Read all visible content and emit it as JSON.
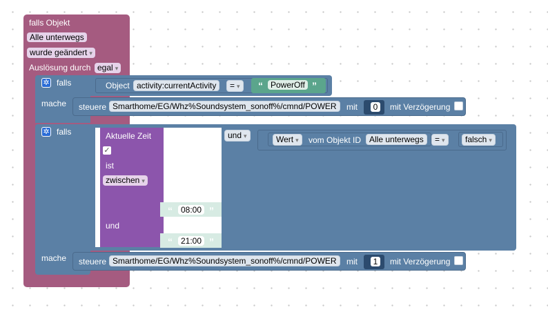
{
  "trigger": {
    "title": "falls Objekt",
    "object_name": "Alle unterwegs",
    "change_mode": "wurde geändert",
    "trigger_label": "Auslösung durch",
    "trigger_value": "egal"
  },
  "if1": {
    "falls_label": "falls",
    "object_label": "Object",
    "object_id": "activity:currentActivity",
    "operator": "=",
    "value": "PowerOff",
    "mache_label": "mache",
    "steuere_label": "steuere",
    "target": "Smarthome/EG/Whz%Soundsystem_sonoff%/cmnd/POWER",
    "mit_label": "mit",
    "number": "0",
    "delay_label": "mit Verzögerung"
  },
  "if2": {
    "falls_label": "falls",
    "current_time_label": "Aktuelle Zeit",
    "ist_label": "ist",
    "between_value": "zwischen",
    "time_from": "08:00",
    "und_label": "und",
    "time_to": "21:00",
    "and_op": "und",
    "wert_label": "Wert",
    "vom_objekt_label": "vom Objekt ID",
    "object_name": "Alle unterwegs",
    "compare_op": "=",
    "compare_value": "falsch",
    "mache_label": "mache",
    "steuere_label": "steuere",
    "target": "Smarthome/EG/Whz%Soundsystem_sonoff%/cmnd/POWER",
    "mit_label": "mit",
    "number": "1",
    "delay_label": "mit Verzögerung"
  },
  "icons": {
    "settings": "gear-icon",
    "checkbox": "checkbox-icon"
  },
  "colors": {
    "trigger": "#a55b80",
    "logic": "#5b80a5",
    "time": "#8c55ac",
    "text": "#5ba58c"
  }
}
